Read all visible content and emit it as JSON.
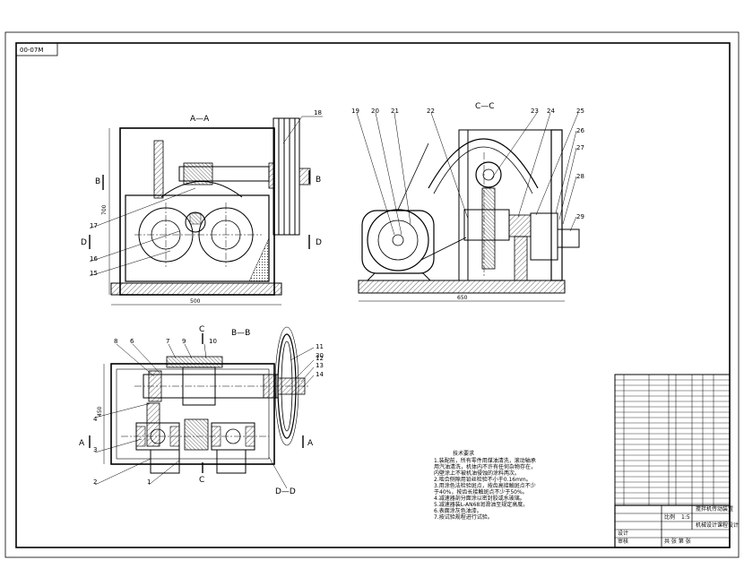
{
  "drawing_code": "00-07M",
  "section_labels": {
    "aa_title": "A—A",
    "cc_title": "C—C",
    "bb_title": "B—B",
    "dd_title": "D—D",
    "b_left": "B",
    "b_right": "B",
    "d_left": "D",
    "d_right": "D",
    "a_left": "A",
    "a_right": "A",
    "c_top": "C",
    "c_bottom": "C"
  },
  "dimensions": {
    "front_width": "500",
    "front_height": "700",
    "side_width": "650",
    "top_height": "450"
  },
  "part_callouts": {
    "aa": [
      "18",
      "17",
      "16",
      "15"
    ],
    "cc": [
      "19",
      "20",
      "21",
      "22",
      "23",
      "24",
      "25",
      "26",
      "27",
      "28",
      "29"
    ],
    "bb": [
      "8",
      "6",
      "7",
      "9",
      "10",
      "11",
      "12",
      "13",
      "14",
      "4",
      "3",
      "2",
      "1",
      "30"
    ]
  },
  "notes": {
    "title": "技术要求",
    "lines": [
      "1.装配前，所有零件用煤油清洗，滚动轴承",
      "用汽油清洗，机体内不许有任何杂物存在，",
      "内壁涂上不被机油侵蚀的涂料两次。",
      "2.啮合侧隙用铅丝检验不小于0.16mm。",
      "3.用涂色法检验斑点，按齿高接触斑点不少",
      "于40%，按齿长接触斑点不少于50%。",
      "4.减速器剖分面涂以密封胶或水玻璃。",
      "5.减速器装L-AN68润滑油至规定高度。",
      "6.表面涂灰色油漆。",
      "7.按试验规程进行试验。"
    ]
  },
  "title_block": {
    "drawing_name": "搅拌机传动装置",
    "school": "机械设计课程设计",
    "scale_label": "比例",
    "scale_value": "1:5",
    "sheet_label": "共 张 第 张",
    "drawn_by": "设计",
    "checked_by": "审核"
  }
}
